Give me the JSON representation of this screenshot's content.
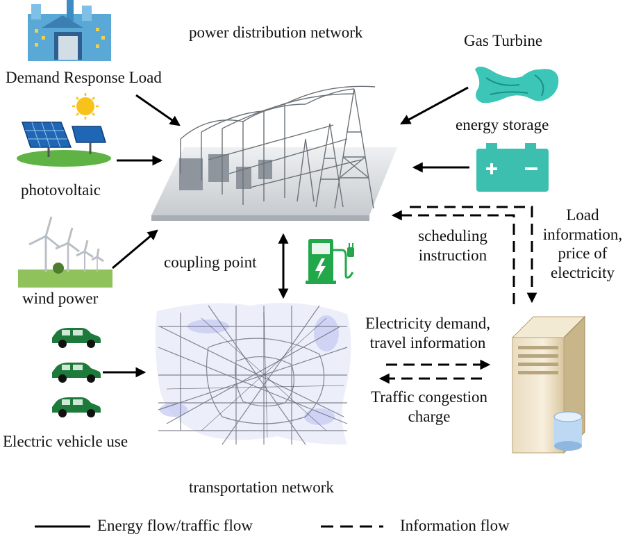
{
  "labels": {
    "power_distribution_network": "power distribution network",
    "demand_response_load": "Demand Response Load",
    "photovoltaic": "photovoltaic",
    "wind_power": "wind power",
    "electric_vehicle_use": "Electric vehicle use",
    "gas_turbine": "Gas Turbine",
    "energy_storage": "energy storage",
    "coupling_point": "coupling point",
    "scheduling_instruction_1": "scheduling",
    "scheduling_instruction_2": "instruction",
    "load_info_1": "Load",
    "load_info_2": "information,",
    "load_info_3": "price of",
    "load_info_4": "electricity",
    "elec_demand_1": "Electricity demand,",
    "elec_demand_2": "travel information",
    "congestion_1": "Traffic congestion",
    "congestion_2": "charge",
    "transportation_network": "transportation network"
  },
  "legend": {
    "solid_label": "Energy flow/traffic flow",
    "dashed_label": "Information flow"
  },
  "colors": {
    "ev_green": "#1d7a3a",
    "charger_green": "#22a84a",
    "battery_teal": "#3dbfb0",
    "turbine_teal": "#3cc6b8",
    "road_map": "#5f6170",
    "water_tint": "#c9cdf2"
  },
  "icons": [
    "factory-icon",
    "sun-icon",
    "solar-panel-icon",
    "wind-turbine-icon",
    "car-icon",
    "gas-turbine-icon",
    "battery-icon",
    "ev-charger-icon",
    "server-icon",
    "power-grid-icon",
    "road-map-icon"
  ]
}
